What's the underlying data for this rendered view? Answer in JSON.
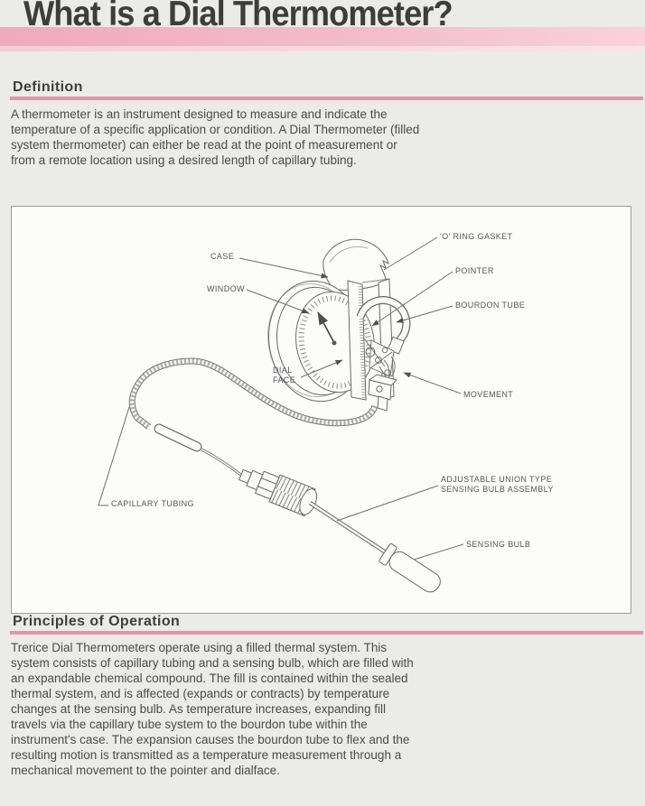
{
  "page": {
    "title": "What is a Dial Thermometer?",
    "accent_band_pink": "#f0aabe",
    "rule_pink": "#ec8fa8",
    "title_color": "#3d3d3d"
  },
  "sections": {
    "definition": {
      "heading": "Definition",
      "lines": [
        "A thermometer is an instrument designed to measure and indicate the",
        "temperature of a specific application or condition. A Dial Thermometer (filled",
        "system thermometer) can either be read at the point of measurement or",
        "from a remote location using a desired length of capillary tubing."
      ]
    },
    "principles": {
      "heading": "Principles of Operation",
      "lines": [
        "Trerice Dial Thermometers operate using a filled thermal system. This",
        "system consists of capillary tubing and a sensing bulb, which are filled with",
        "an expandable chemical compound. The fill is contained within the sealed",
        "thermal system, and is affected (expands or contracts) by temperature",
        "changes at the sensing bulb. As temperature increases, expanding fill",
        "travels via the capillary tube system to the bourdon tube within the",
        "instrument's case. The expansion causes the bourdon tube to flex and the",
        "resulting motion is transmitted as a temperature measurement through a",
        "mechanical movement to the pointer and dialface."
      ]
    }
  },
  "diagram": {
    "labels": {
      "case": "CASE",
      "window": "WINDOW",
      "oring_gasket": "'O' RING GASKET",
      "pointer": "POINTER",
      "bourdon_tube": "BOURDON TUBE",
      "dial_face": [
        "DIAL",
        "FACE"
      ],
      "movement": "MOVEMENT",
      "capillary_tubing": "CAPILLARY TUBING",
      "union_assembly": [
        "ADJUSTABLE UNION TYPE",
        "SENSING BULB ASSEMBLY"
      ],
      "sensing_bulb": "SENSING BULB"
    }
  }
}
